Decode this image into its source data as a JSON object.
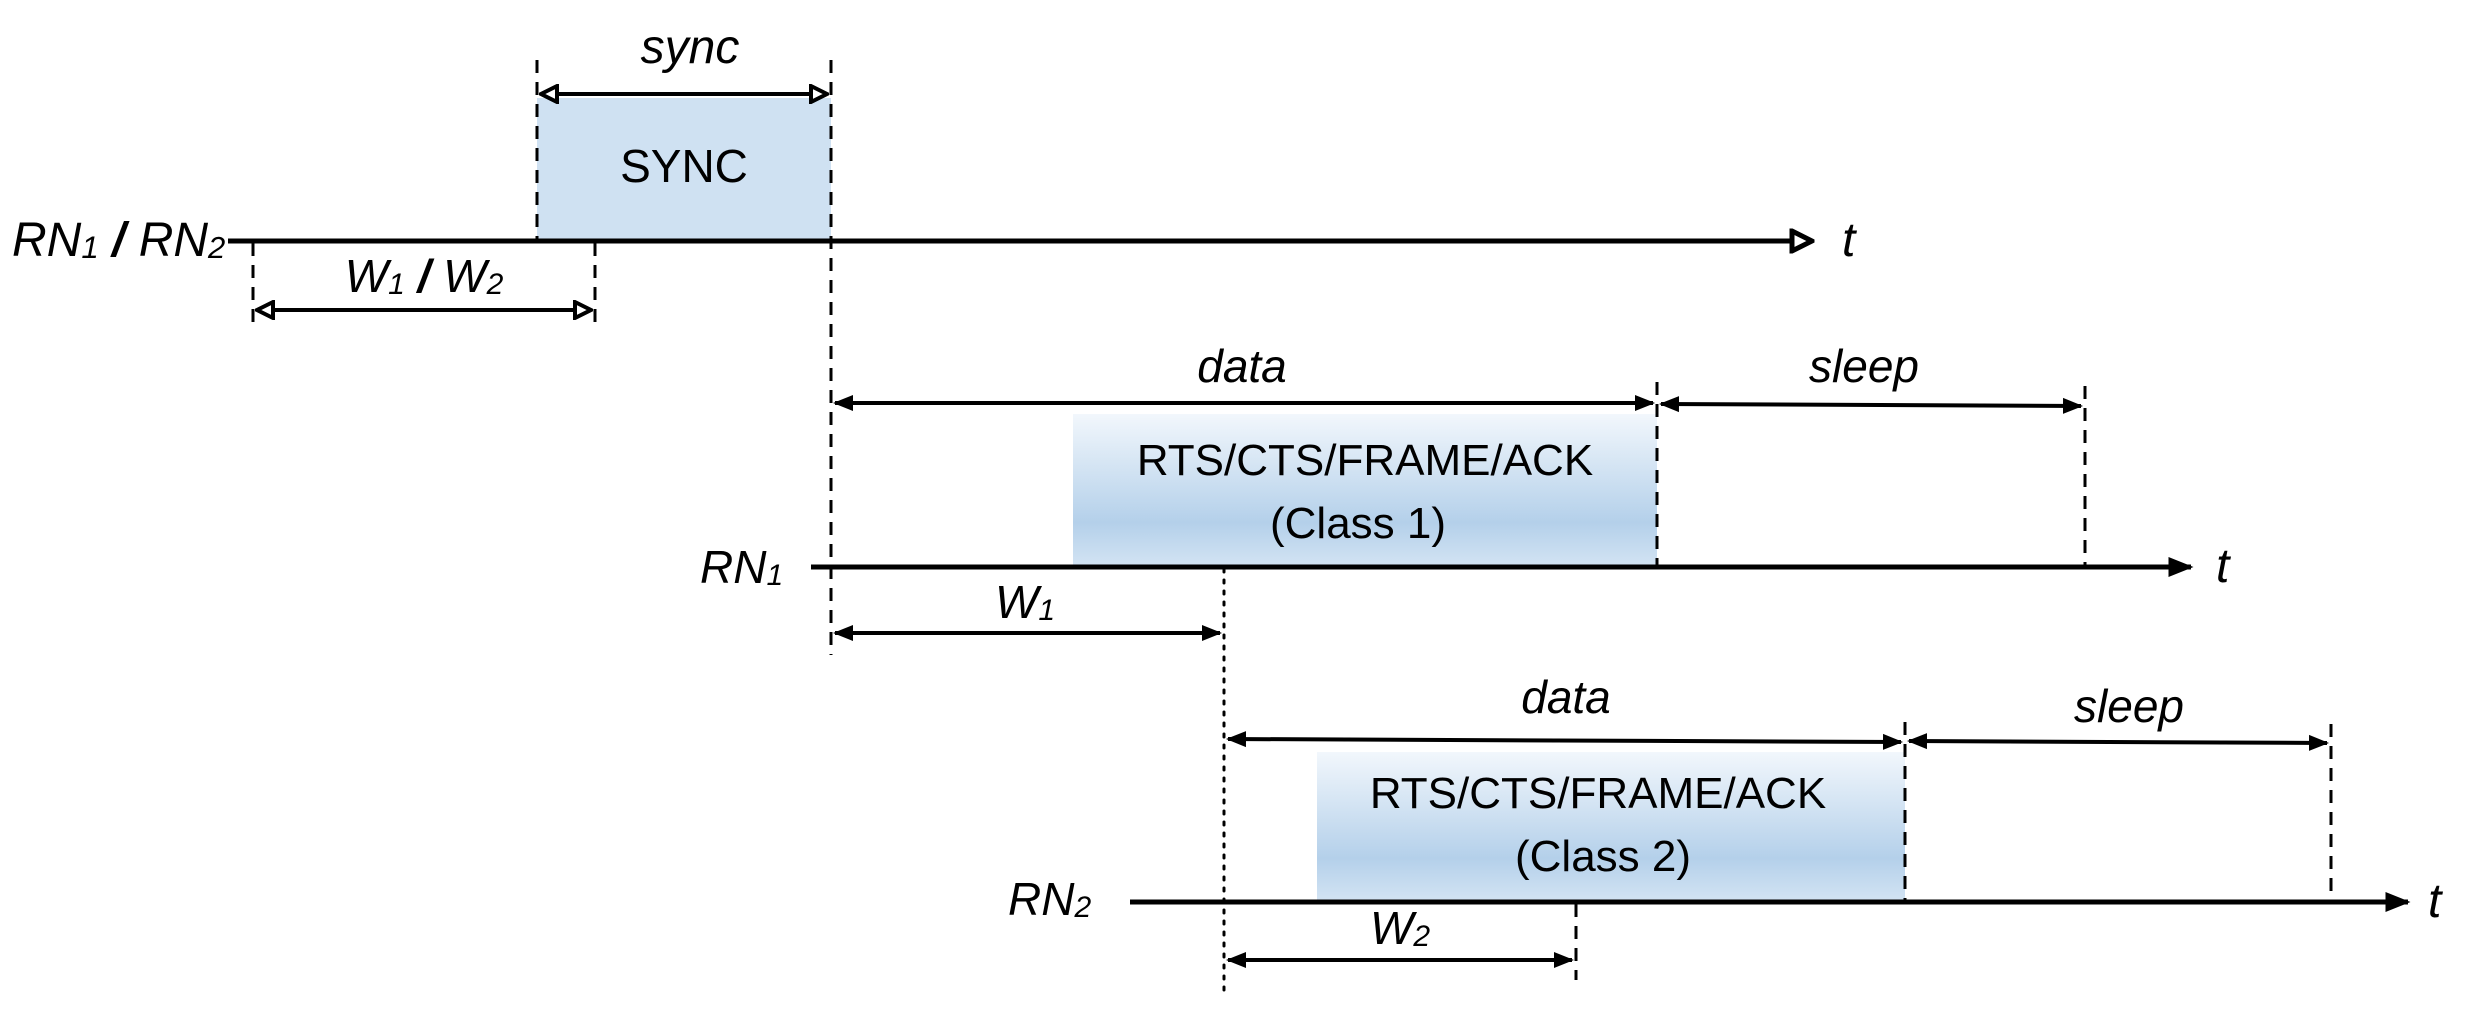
{
  "diagram": {
    "title": "",
    "top_row": {
      "node_label": {
        "main": "RN",
        "sub1": "1",
        "sep": " / ",
        "main2": "RN",
        "sub2": "2"
      },
      "sync_interval_label": "sync",
      "sync_block_label": "SYNC",
      "wait_label": {
        "main": "W",
        "sub1": "1",
        "sep": " / ",
        "main2": "W",
        "sub2": "2"
      },
      "axis_label": "t"
    },
    "rn1_row": {
      "node_label": {
        "main": "RN",
        "sub": "1"
      },
      "data_label": "data",
      "sleep_label": "sleep",
      "block_line1": "RTS/CTS/FRAME/ACK",
      "block_line2": "(Class 1)",
      "wait_label": {
        "main": "W",
        "sub": "1"
      },
      "axis_label": "t"
    },
    "rn2_row": {
      "node_label": {
        "main": "RN",
        "sub": "2"
      },
      "data_label": "data",
      "sleep_label": "sleep",
      "block_line1": "RTS/CTS/FRAME/ACK",
      "block_line2": "(Class 2)",
      "wait_label": {
        "main": "W",
        "sub": "2"
      },
      "axis_label": "t"
    },
    "colors": {
      "sync_fill": "#cfe1f2",
      "block_top": "#f2f7fc",
      "block_mid": "#b4d0ea",
      "block_bottom": "#d2e3f3",
      "line": "#000000"
    }
  }
}
